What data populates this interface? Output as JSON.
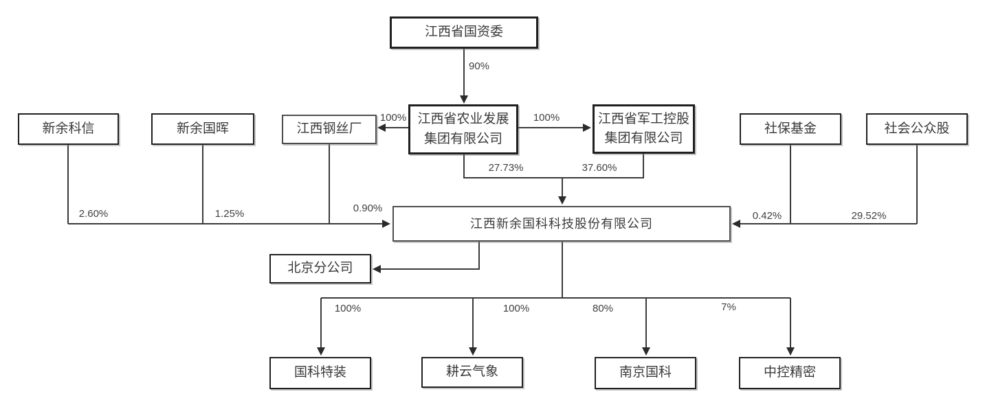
{
  "diagram": {
    "type": "ownership-structure-chart",
    "colors": {
      "background": "#ffffff",
      "line": "#3a3a3a",
      "box_border": "#1f1f1f",
      "box_border_light": "#4d4d4d",
      "text": "#3a3a3a",
      "arrowhead": "#2b2b2b"
    },
    "nodes": {
      "jiangxi_guoziwei": "江西省国资委",
      "xinyu_kexin": "新余科信",
      "xinyu_guohui": "新余国晖",
      "jiangxi_gangsichang": "江西钢丝厂",
      "nongye_fazhan": "江西省农业发展\n集团有限公司",
      "jungong_konggu": "江西省军工控股\n集团有限公司",
      "shebao_jijin": "社保基金",
      "shehui_gongzhonggu": "社会公众股",
      "guoke_gufen": "江西新余国科科技股份有限公司",
      "beijing_fengongsi": "北京分公司",
      "guoke_tezhuang": "国科特装",
      "gengyun_qixiang": "耕云气象",
      "nanjing_guoke": "南京国科",
      "zhongkong_jingmi": "中控精密"
    },
    "edges": [
      {
        "from": "jiangxi_guoziwei",
        "to": "nongye_fazhan",
        "label": "90%"
      },
      {
        "from": "nongye_fazhan",
        "to": "jiangxi_gangsichang",
        "label": "100%"
      },
      {
        "from": "nongye_fazhan",
        "to": "jungong_konggu",
        "label": "100%"
      },
      {
        "from": "nongye_fazhan",
        "to": "guoke_gufen",
        "label": "27.73%"
      },
      {
        "from": "jungong_konggu",
        "to": "guoke_gufen",
        "label": "37.60%"
      },
      {
        "from": "xinyu_kexin",
        "to": "guoke_gufen",
        "label": "2.60%"
      },
      {
        "from": "xinyu_guohui",
        "to": "guoke_gufen",
        "label": "1.25%"
      },
      {
        "from": "jiangxi_gangsichang",
        "to": "guoke_gufen",
        "label": "0.90%"
      },
      {
        "from": "shebao_jijin",
        "to": "guoke_gufen",
        "label": "0.42%"
      },
      {
        "from": "shehui_gongzhonggu",
        "to": "guoke_gufen",
        "label": "29.52%"
      },
      {
        "from": "guoke_gufen",
        "to": "beijing_fengongsi",
        "label": ""
      },
      {
        "from": "guoke_gufen",
        "to": "guoke_tezhuang",
        "label": "100%"
      },
      {
        "from": "guoke_gufen",
        "to": "gengyun_qixiang",
        "label": "100%"
      },
      {
        "from": "guoke_gufen",
        "to": "nanjing_guoke",
        "label": "80%"
      },
      {
        "from": "guoke_gufen",
        "to": "zhongkong_jingmi",
        "label": "7%"
      }
    ]
  }
}
